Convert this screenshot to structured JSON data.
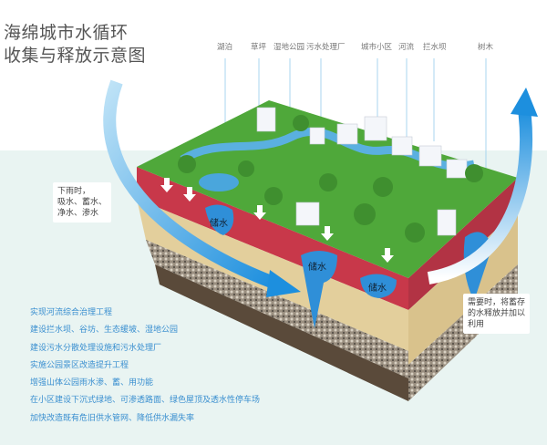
{
  "title": {
    "line1": "海绵城市水循环",
    "line2": "收集与释放示意图"
  },
  "labels": [
    "湖泊",
    "草坪",
    "湿地公园",
    "污水处理厂",
    "城市小区",
    "河流",
    "拦水坝",
    "树木"
  ],
  "callouts": {
    "rain": [
      "下雨时，",
      "吸水、蓄水、",
      "净水、渗水"
    ],
    "release": [
      "需要时，将蓄存",
      "的水释放并加以",
      "利用"
    ]
  },
  "storage_label": "储水",
  "measures": [
    "实现河流综合治理工程",
    "建设拦水坝、谷坊、生态缓坡、湿地公园",
    "建设污水分散处理设施和污水处理厂",
    "实施公园景区改造提升工程",
    "增强山体公园雨水渗、蓄、用功能",
    "在小区建设下沉式绿地、可渗透路面、绿色屋顶及透水性停车场",
    "加快改造既有危旧供水管网、降低供水漏失率"
  ],
  "colors": {
    "accent": "#3a8fd0",
    "grass": "#4fa83a",
    "red_layer": "#c8384a",
    "sand": "#e3cf9c",
    "water": "#2f8fd8"
  }
}
